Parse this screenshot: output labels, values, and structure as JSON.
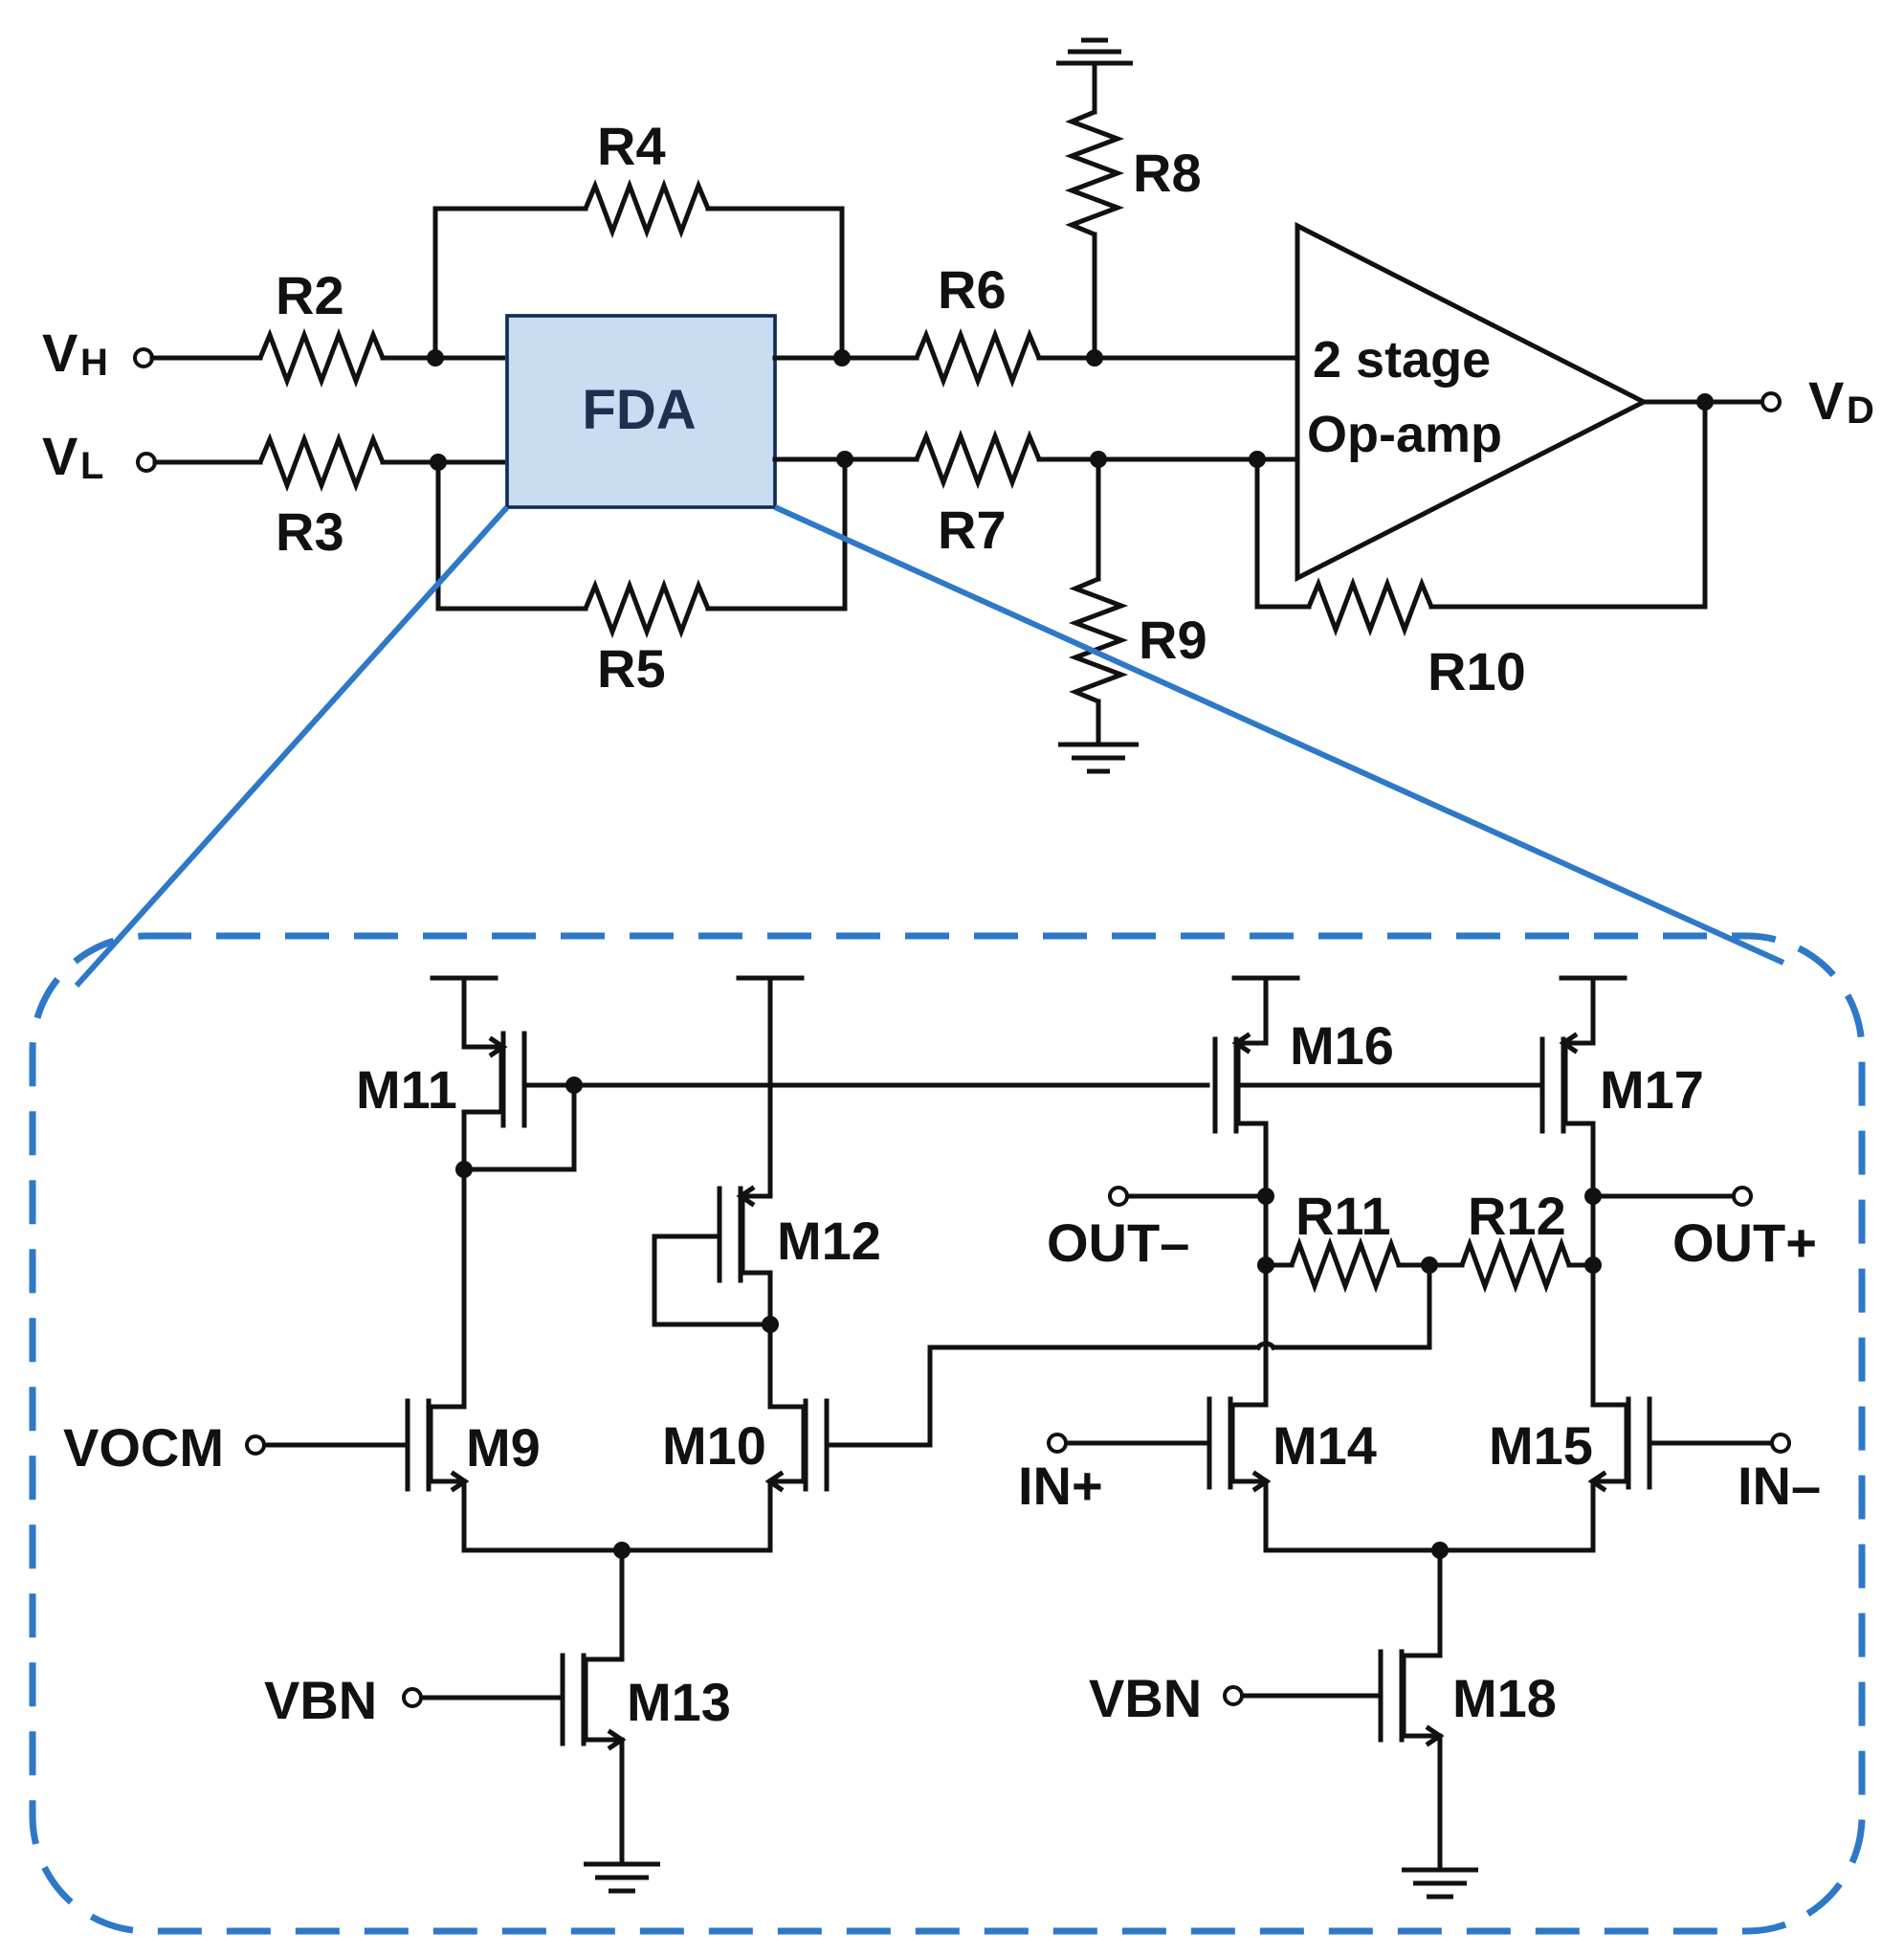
{
  "top_circuit": {
    "inputs": [
      {
        "main": "V",
        "sub": "H"
      },
      {
        "main": "V",
        "sub": "L"
      }
    ],
    "output": {
      "main": "V",
      "sub": "D"
    },
    "resistors": [
      "R2",
      "R3",
      "R4",
      "R5",
      "R6",
      "R7",
      "R8",
      "R9",
      "R10"
    ],
    "fda_label": "FDA",
    "opamp_label_line1": "2 stage",
    "opamp_label_line2": "Op-amp"
  },
  "fda_detail": {
    "transistors": [
      "M9",
      "M10",
      "M11",
      "M12",
      "M13",
      "M14",
      "M15",
      "M16",
      "M17",
      "M18"
    ],
    "resistors": [
      "R11",
      "R12"
    ],
    "terminals": [
      "VOCM",
      "VBN",
      "VBN",
      "IN+",
      "IN–",
      "OUT–",
      "OUT+"
    ]
  },
  "colors": {
    "fda_fill": "#c9dcf2",
    "fda_border": "#2e78c8",
    "zoom_lines": "#2e78c8",
    "wire": "#111111"
  }
}
